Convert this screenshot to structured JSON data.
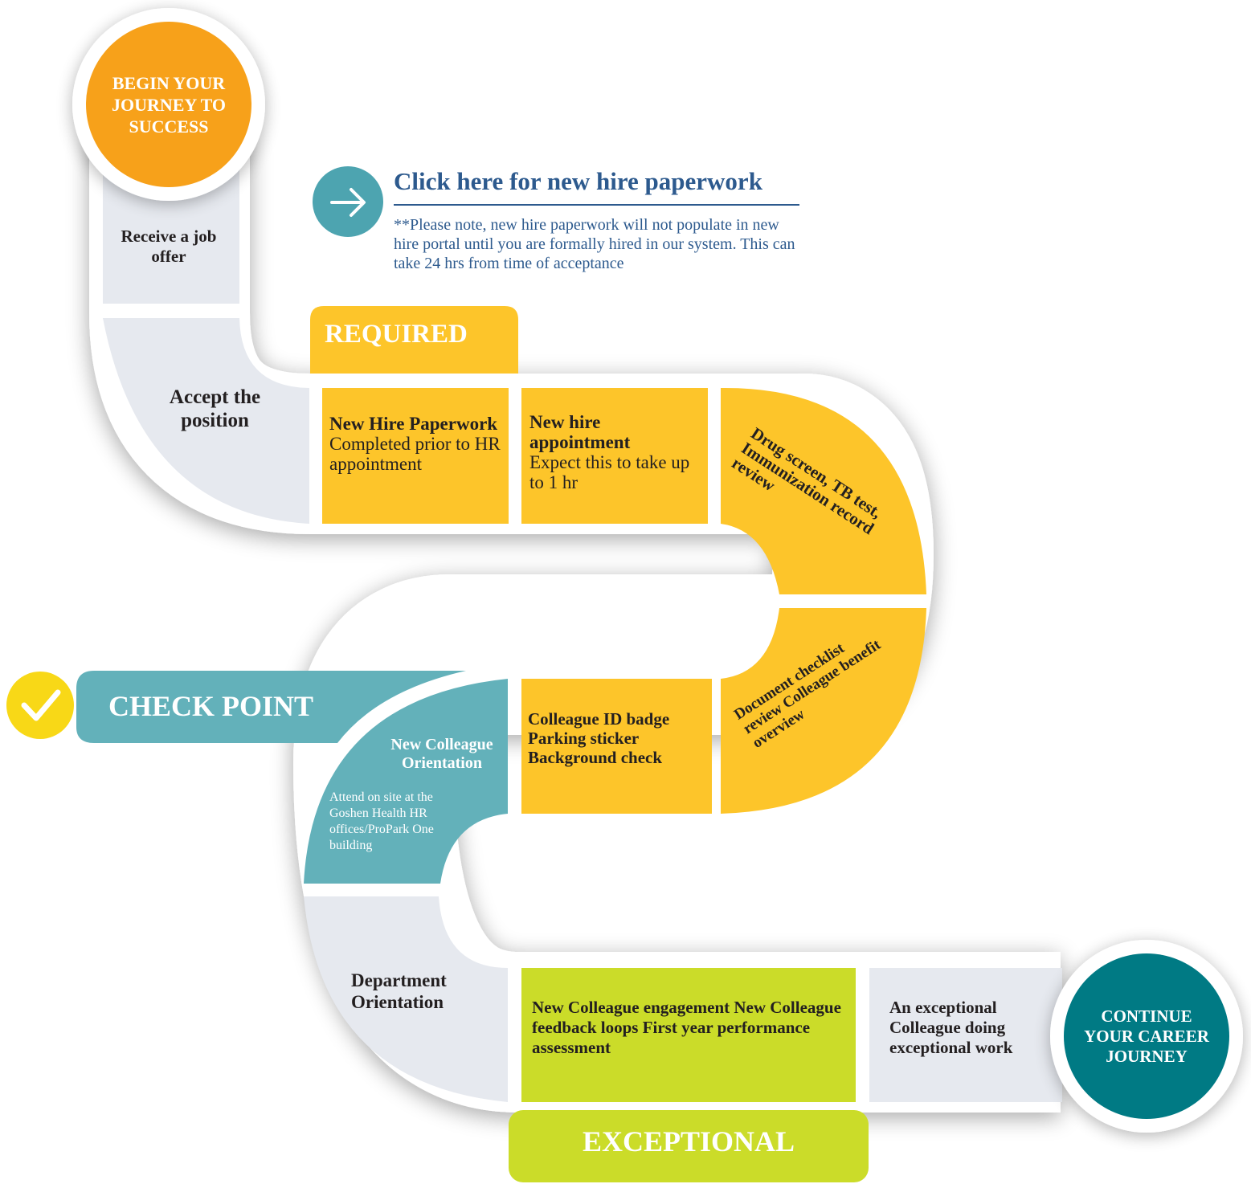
{
  "begin": {
    "text": "BEGIN YOUR JOURNEY TO SUCCESS"
  },
  "paperwork_link": {
    "label": "Click here for new hire paperwork",
    "note": "**Please note, new hire paperwork will not populate in new hire portal until you are formally hired in our system. This can take 24 hrs from time of acceptance"
  },
  "required_label": "REQUIRED",
  "checkpoint_label": "CHECK POINT",
  "exceptional_label": "EXCEPTIONAL",
  "continue": {
    "text": "CONTINUE YOUR CAREER JOURNEY"
  },
  "steps": {
    "receive_offer": "Receive a job offer",
    "accept_position": "Accept the position",
    "paperwork": {
      "title": "New Hire Paperwork",
      "desc": "Completed prior to HR appointment"
    },
    "appointment": {
      "title": "New hire appointment",
      "desc": "Expect this to take up to 1 hr"
    },
    "drug_screen": "Drug screen, TB test, Immunization record review",
    "document_review": "Document checklist review Colleague benefit overview",
    "badge": "Colleague ID badge Parking sticker Background check",
    "orientation": {
      "title": "New Colleague Orientation",
      "desc": "Attend on site at the Goshen Health HR offices/ProPark One building"
    },
    "dept_orientation": "Department Orientation",
    "engagement": "New Colleague engagement New Colleague feedback loops First year performance assessment",
    "exceptional_colleague": "An exceptional Colleague doing exceptional work"
  },
  "colors": {
    "orange": "#f7a11a",
    "yellow": "#fdc52a",
    "teal": "#63b1ba",
    "dark_teal": "#007a84",
    "lime": "#cbdc29",
    "gray": "#e6e9ef",
    "link_blue": "#2d5a8e",
    "check_yellow": "#f8d817"
  },
  "icons": [
    "arrow-right-icon",
    "checkmark-icon"
  ]
}
